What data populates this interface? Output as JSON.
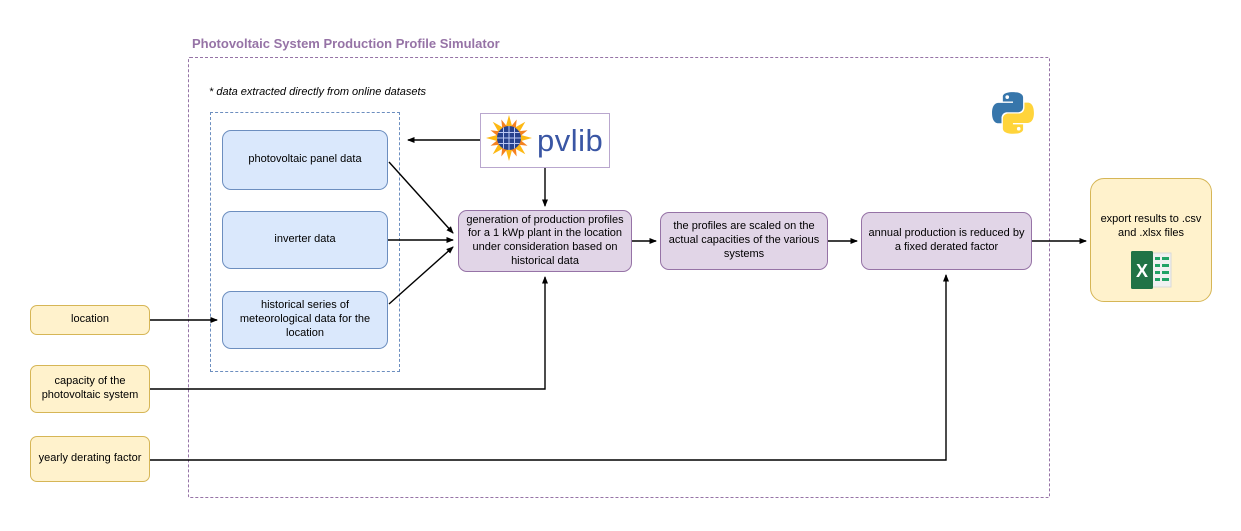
{
  "title": "Photovoltaic System Production Profile Simulator",
  "note": "* data extracted directly from online datasets",
  "colors": {
    "container_border": "#9673A6",
    "group_border": "#6C8EBF",
    "input_fill": "#DAE8FC",
    "input_border": "#6C8EBF",
    "process_fill": "#E1D5E7",
    "process_border": "#9673A6",
    "io_fill": "#FFF2CC",
    "io_border": "#D6B656",
    "arrow": "#000000",
    "pvlib_text": "#3A56A4",
    "python_blue": "#3776AB",
    "python_yellow": "#FFD43B",
    "excel_green": "#217346"
  },
  "icons": {
    "pvlib_sun": "sun-solar-panel-icon",
    "python": "python-logo",
    "excel": "excel-icon"
  },
  "nodes": {
    "panel_data": {
      "label": "photovoltaic panel data"
    },
    "inverter_data": {
      "label": "inverter data"
    },
    "meteo_data": {
      "label": "historical series of meteorological data for the location"
    },
    "generation": {
      "label": "generation of production profiles for a 1 kWp plant in the location under consideration based on historical data"
    },
    "scaling": {
      "label": "the profiles are scaled on the actual capacities of the various systems"
    },
    "derating": {
      "label": "annual production is reduced by a fixed derated factor"
    },
    "export": {
      "label": "export results to .csv and .xlsx files"
    },
    "location": {
      "label": "location"
    },
    "capacity": {
      "label": "capacity of the photovoltaic system"
    },
    "yearly_derating": {
      "label": "yearly derating factor"
    }
  },
  "logos": {
    "pvlib_label": "pvlib",
    "excel_letter": "X"
  }
}
